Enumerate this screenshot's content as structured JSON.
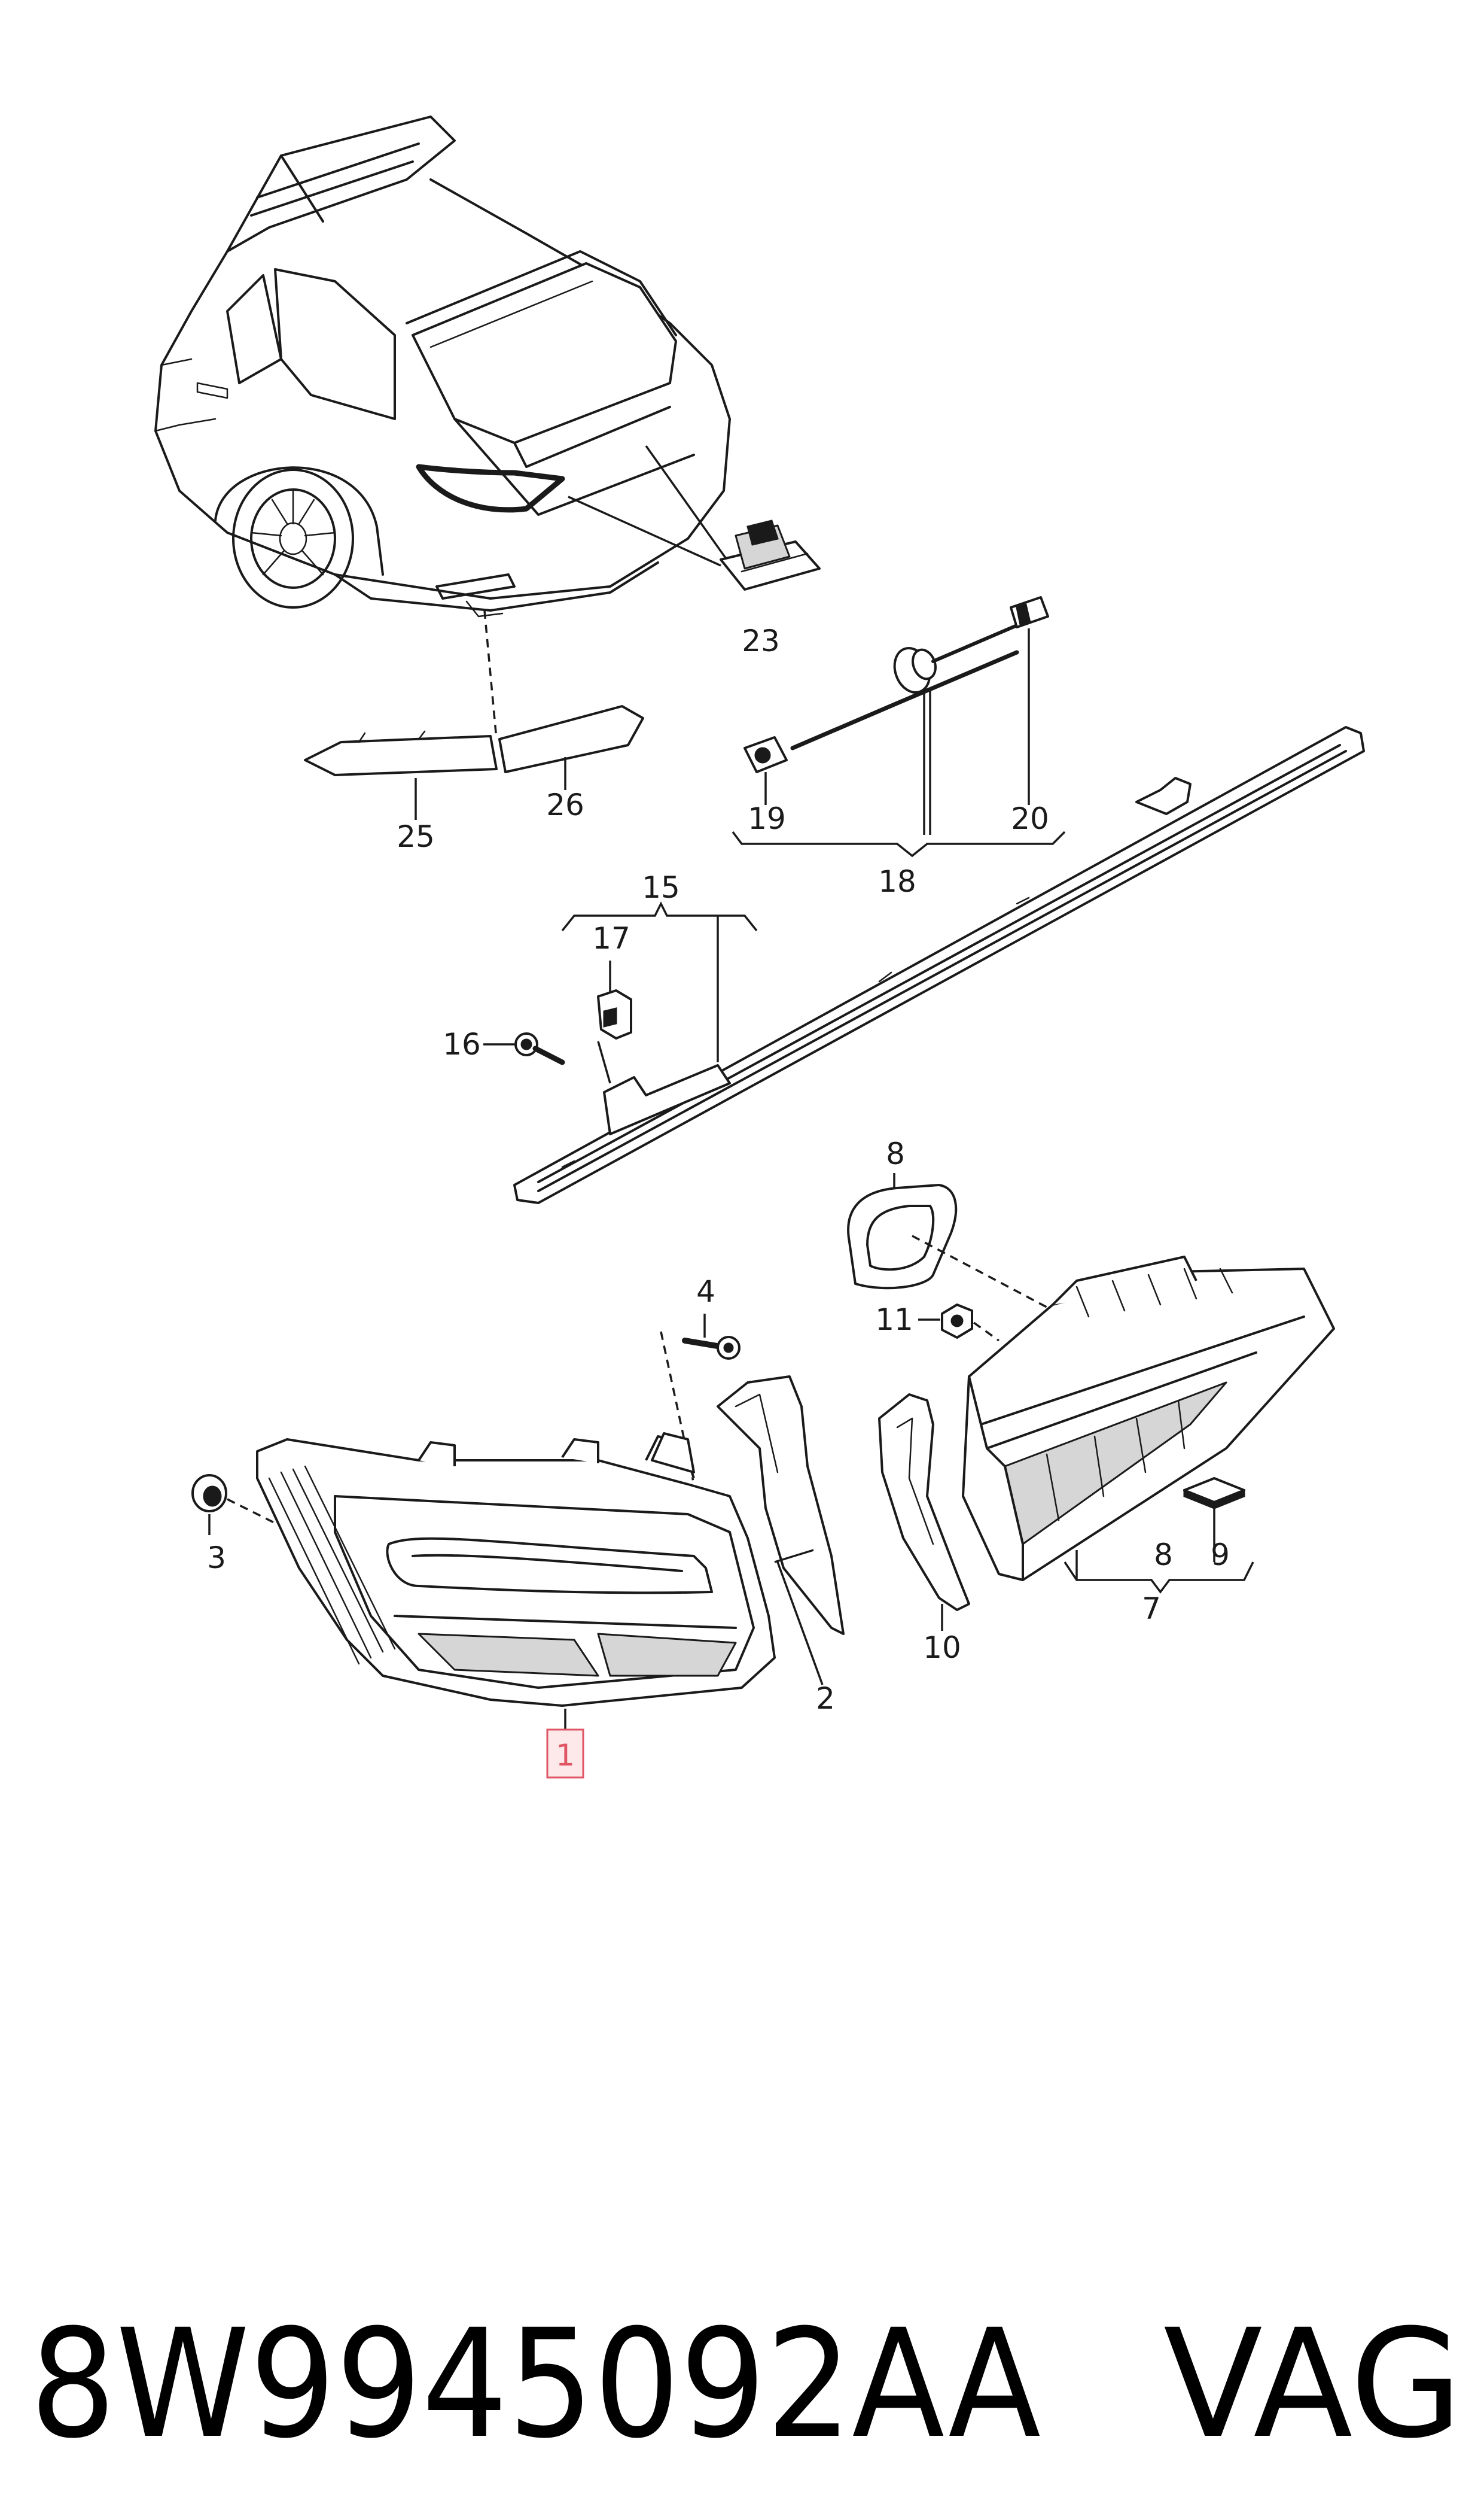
{
  "callouts": {
    "c1": "1",
    "c2": "2",
    "c3": "3",
    "c4": "4",
    "c7": "7",
    "c8a": "8",
    "c8b": "8",
    "c9": "9",
    "c10": "10",
    "c11": "11",
    "c15": "15",
    "c16": "16",
    "c17": "17",
    "c18": "18",
    "c19": "19",
    "c20": "20",
    "c23": "23",
    "c25": "25",
    "c26": "26"
  },
  "highlighted_callout": "1",
  "footer": {
    "part_number": "8W9945092AA",
    "brand": "VAG"
  },
  "colors": {
    "line": "#1a1a1a",
    "highlight_fill": "#fde8ea",
    "highlight_stroke": "#e05563"
  }
}
